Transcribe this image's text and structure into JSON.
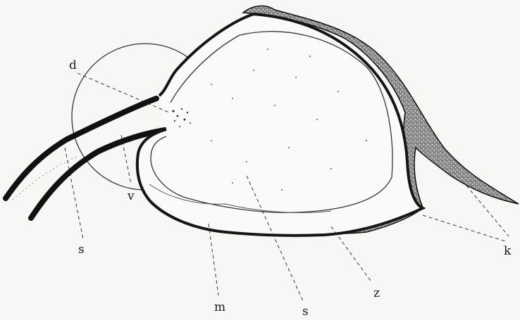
{
  "figure": {
    "labels": {
      "d": "d",
      "v": "v",
      "s_left": "s",
      "m": "m",
      "s_center": "s",
      "z": "z",
      "k": "k"
    },
    "colors": {
      "background": "#f7f7f5",
      "ink": "#151515",
      "stipple": "#3a3a3a",
      "fill_light": "#fafafa"
    }
  }
}
